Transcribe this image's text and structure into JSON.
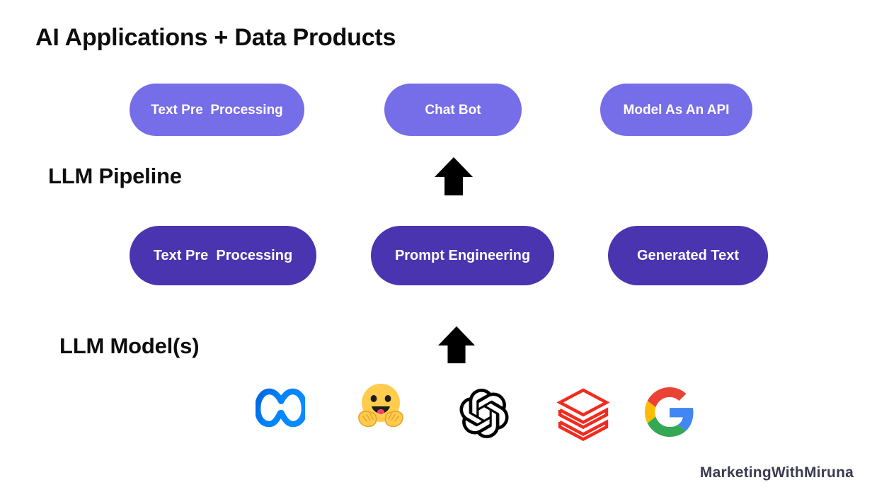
{
  "slide": {
    "title": "AI Applications + Data Products",
    "background_color": "#ffffff"
  },
  "colors": {
    "pill_apps": "#766de8",
    "pill_pipeline": "#4a34af",
    "pill_text": "#ffffff",
    "heading_text": "#0d0d0d",
    "footer_text": "#3b3b4f",
    "arrow": "#000000"
  },
  "sections": {
    "apps": {
      "label": "AI Applications + Data Products",
      "pills": [
        {
          "label": "Text Pre  Processing",
          "name": "text-pre-processing"
        },
        {
          "label": "Chat Bot",
          "name": "chat-bot"
        },
        {
          "label": "Model As An API",
          "name": "model-as-an-api"
        }
      ]
    },
    "pipeline": {
      "label": "LLM Pipeline",
      "pills": [
        {
          "label": "Text Pre  Processing",
          "name": "text-pre-processing"
        },
        {
          "label": "Prompt Engineering",
          "name": "prompt-engineering"
        },
        {
          "label": "Generated Text",
          "name": "generated-text"
        }
      ]
    },
    "models": {
      "label": "LLM Model(s)",
      "logos": [
        {
          "name": "meta-logo",
          "title": "Meta",
          "color": "#0a7cff"
        },
        {
          "name": "hugging-face-logo",
          "title": "Hugging Face",
          "color": "#ffcc4d"
        },
        {
          "name": "openai-logo",
          "title": "OpenAI",
          "color": "#000000"
        },
        {
          "name": "databricks-logo",
          "title": "Databricks",
          "color": "#f32a1e"
        },
        {
          "name": "google-logo",
          "title": "Google",
          "color": "#4285f4"
        }
      ]
    }
  },
  "arrows": [
    {
      "name": "arrow-up-to-apps",
      "direction": "up"
    },
    {
      "name": "arrow-up-to-pipeline",
      "direction": "up"
    }
  ],
  "footer": {
    "brand": "MarketingWithMiruna"
  }
}
